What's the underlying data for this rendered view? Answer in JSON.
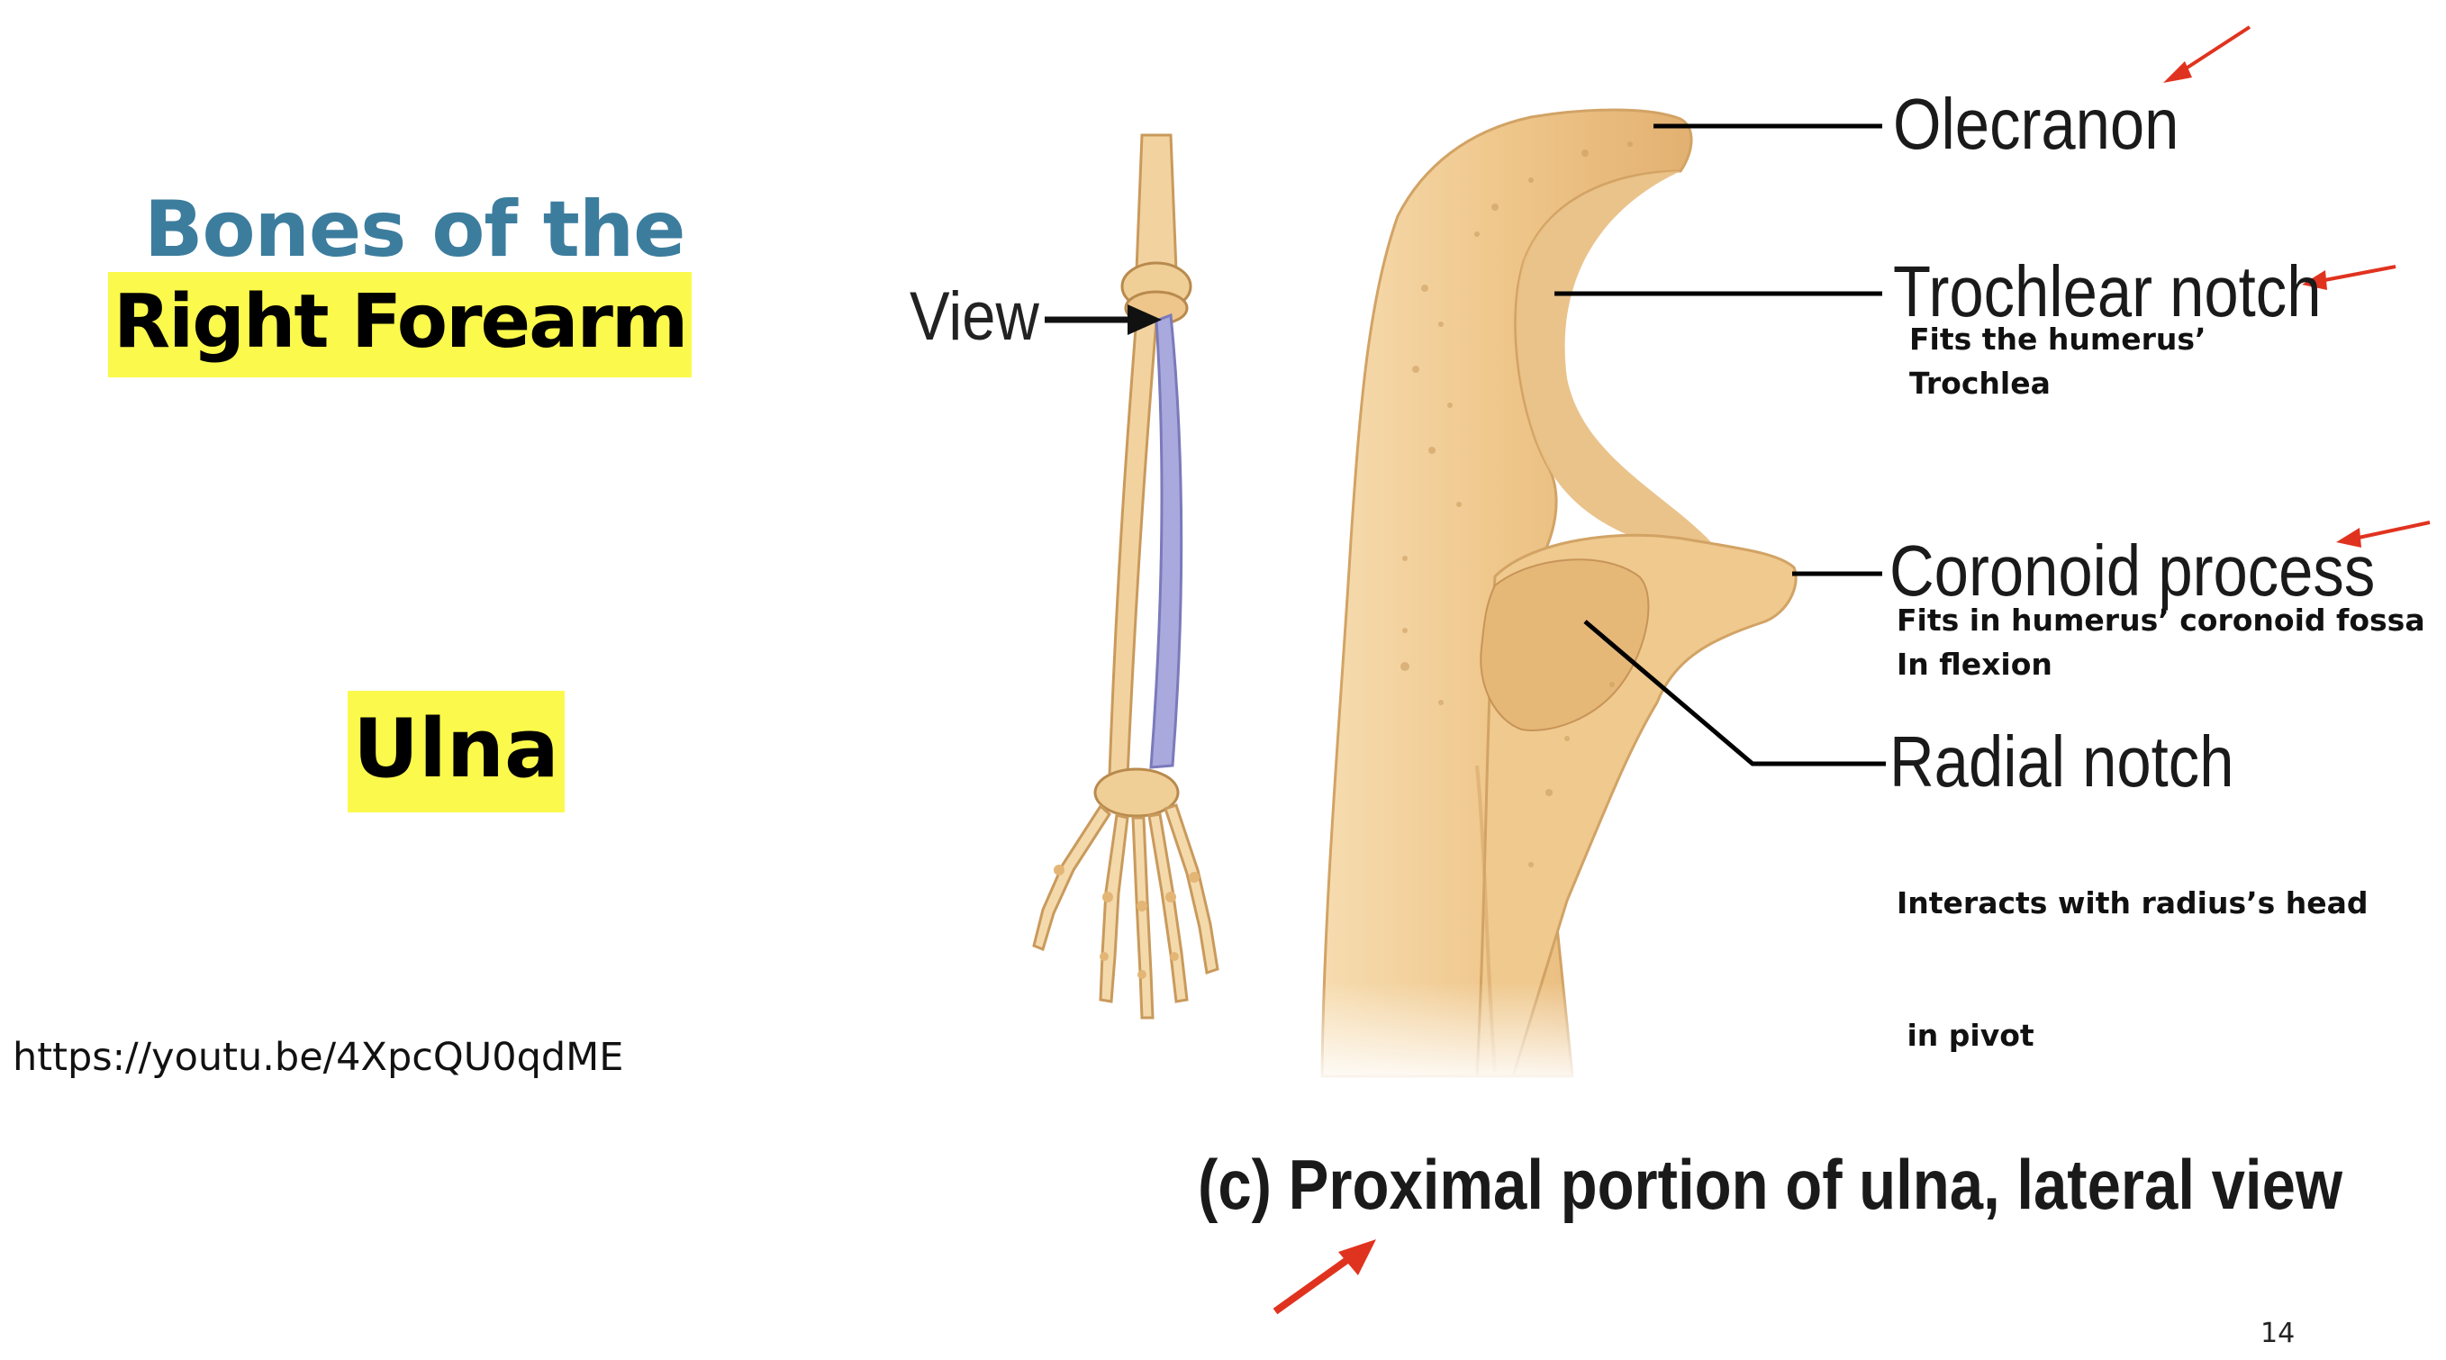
{
  "title": {
    "line1": "Bones of the",
    "line2": "Right Forearm"
  },
  "bone_label": "Ulna",
  "video_url": "https://youtu.be/4XpcQU0qdME",
  "view_label": "View",
  "labels": {
    "olecranon": "Olecranon",
    "trochlear_notch": "Trochlear notch",
    "coronoid_process": "Coronoid process",
    "radial_notch": "Radial notch"
  },
  "notes": {
    "trochlear_line1": "Fits the humerus’",
    "trochlear_line2": "Trochlea",
    "coronoid_line1": "Fits in humerus’ coronoid fossa",
    "coronoid_line2": "In flexion",
    "radial_line1": "Interacts with radius’s head",
    "radial_line2": " in pivot"
  },
  "caption": "(c) Proximal portion of ulna, lateral view",
  "page_number": "14",
  "colors": {
    "title_blue": "#3c7d9e",
    "highlight_yellow": "#fbf94c",
    "bone_tan": "#efc98e",
    "ulna_highlight": "#a9a9dd",
    "annotation_arrow_red": "#e0331f"
  },
  "icons": [
    "view-direction-arrow-icon",
    "annotation-arrow-icon"
  ]
}
